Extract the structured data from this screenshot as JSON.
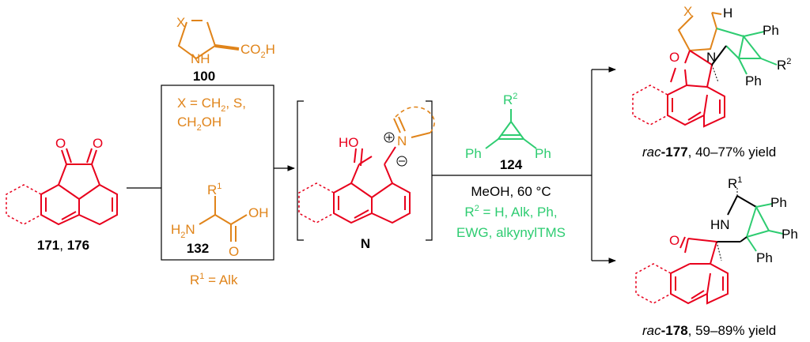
{
  "reagent_100": {
    "ring_atom_x": "X",
    "nh": "NH",
    "co2h": "CO",
    "co2h_sub": "2",
    "co2h_h": "H",
    "number": "100"
  },
  "x_definition": {
    "line1": "X = CH",
    "line1_sub": "2",
    "line1_tail": ", S,",
    "line2": "CH",
    "line2_sub": "2",
    "line2_tail": "OH"
  },
  "reagent_132": {
    "r1": "R",
    "r1_sup": "1",
    "h2n": "H",
    "h2n_sub": "2",
    "h2n_n": "N",
    "oh": "OH",
    "o": "O",
    "number": "132"
  },
  "r1_definition": {
    "text": "R",
    "sup": "1",
    "tail": " = Alk"
  },
  "starting_material": {
    "o1": "O",
    "o2": "O",
    "label_a": "171",
    "label_sep": ", ",
    "label_b": "176"
  },
  "intermediate": {
    "ho": "HO",
    "n_plus": "N",
    "label": "N"
  },
  "reagent_124": {
    "r2": "R",
    "r2_sup": "2",
    "ph_left": "Ph",
    "ph_right": "Ph",
    "number": "124"
  },
  "conditions": {
    "line1": "MeOH, 60 °C",
    "line2": "R",
    "line2_sup": "2",
    "line2_tail": " = H, Alk, Ph,",
    "line3": "EWG, alkynylTMS"
  },
  "product_177": {
    "x": "X",
    "h": "H",
    "ph1": "Ph",
    "ph2": "Ph",
    "r2": "R",
    "r2_sup": "2",
    "n": "N",
    "o": "O",
    "label_prefix": "rac",
    "label_num": "-177",
    "label_yield": ", 40–77% yield"
  },
  "product_178": {
    "r1": "R",
    "r1_sup": "1",
    "hn": "HN",
    "ph1": "Ph",
    "ph2": "Ph",
    "ph3": "Ph",
    "o": "O",
    "label_prefix": "rac",
    "label_num": "-178",
    "label_yield": ", 59–89% yield"
  },
  "colors": {
    "red": "#e8001c",
    "orange": "#e0841a",
    "green": "#2ecc71",
    "black": "#000000"
  }
}
